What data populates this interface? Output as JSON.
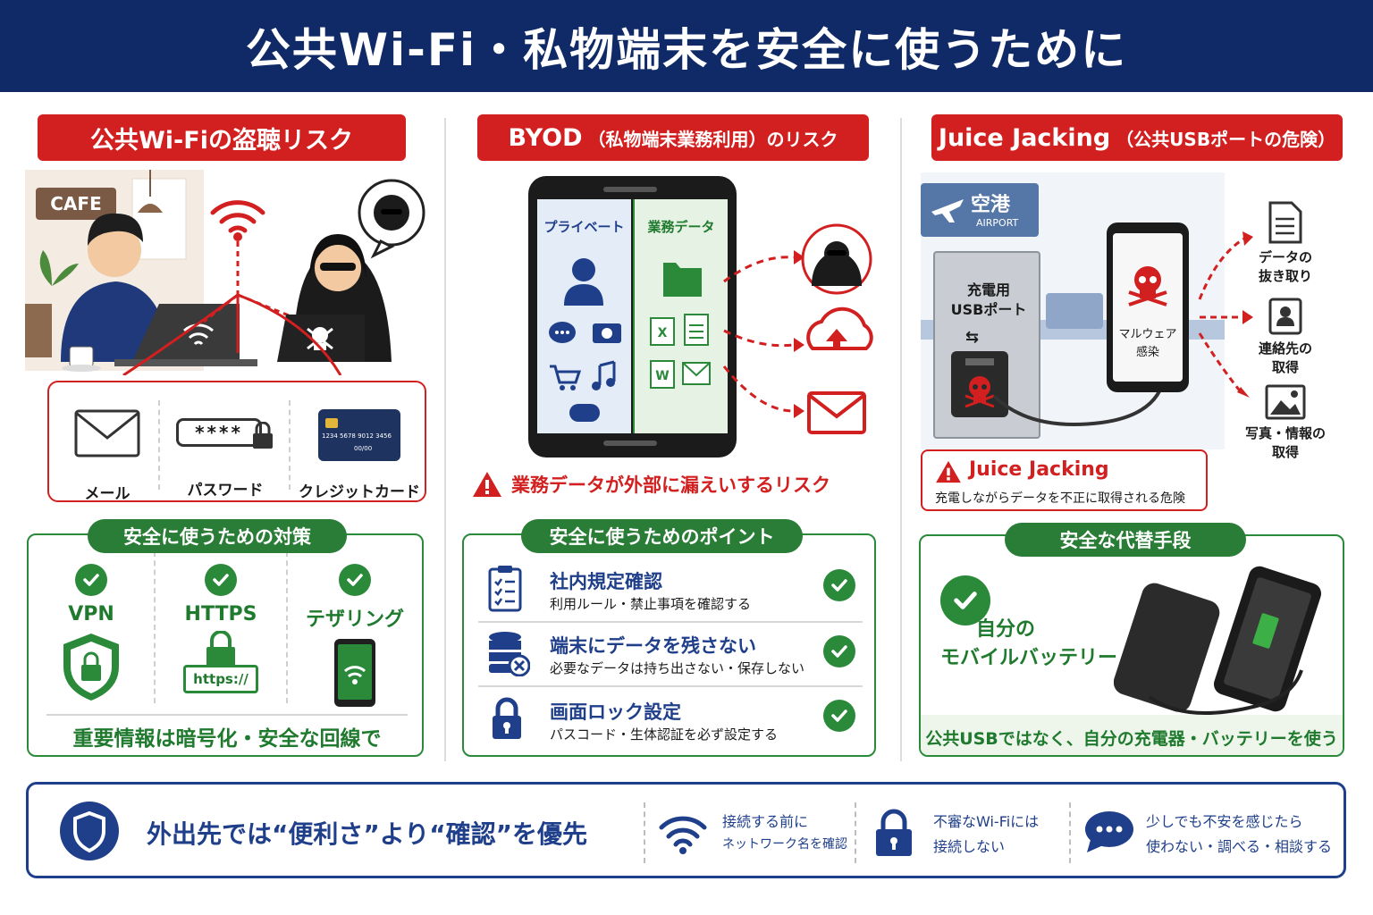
{
  "title": "公共Wi-Fi・私物端末を安全に使うために",
  "colors": {
    "navy": "#0f2a66",
    "red": "#d21f1f",
    "green": "#2a8a3a"
  },
  "wifi": {
    "heading": "公共Wi-Fiの盗聴リスク",
    "cafe_sign": "CAFE",
    "targets": [
      {
        "label": "メール",
        "icon": "envelope-icon"
      },
      {
        "label": "パスワード",
        "icon": "password-lock-icon",
        "text": "****"
      },
      {
        "label": "クレジットカード",
        "icon": "credit-card-icon",
        "number": "1234 5678 9012 3456",
        "expiry": "00/00"
      }
    ],
    "countermeasures": {
      "tag": "安全に使うための対策",
      "items": [
        {
          "label": "VPN",
          "icon": "shield-lock-icon"
        },
        {
          "label": "HTTPS",
          "icon": "https-lock-icon",
          "badge": "https://"
        },
        {
          "label": "テザリング",
          "icon": "phone-wifi-icon"
        }
      ],
      "footer": "重要情報は暗号化・安全な回線で"
    }
  },
  "byod": {
    "heading": "BYOD",
    "heading_sub": "（私物端末業務利用）のリスク",
    "private_label": "プライベート",
    "work_label": "業務データ",
    "warning": "業務データが外部に漏えいするリスク",
    "points": {
      "tag": "安全に使うためのポイント",
      "items": [
        {
          "title": "社内規定確認",
          "desc": "利用ルール・禁止事項を確認する",
          "icon": "clipboard-check-icon"
        },
        {
          "title": "端末にデータを残さない",
          "desc": "必要なデータは持ち出さない・保存しない",
          "icon": "database-x-icon"
        },
        {
          "title": "画面ロック設定",
          "desc": "パスコード・生体認証を必ず設定する",
          "icon": "padlock-icon"
        }
      ]
    }
  },
  "juice": {
    "heading": "Juice Jacking",
    "heading_sub": "（公共USBポートの危険）",
    "airport_jp": "空港",
    "airport_en": "AIRPORT",
    "kiosk_label_1": "充電用",
    "kiosk_label_2": "USBポート",
    "phone_label_1": "マルウェア",
    "phone_label_2": "感染",
    "outcomes": [
      {
        "line1": "データの",
        "line2": "抜き取り",
        "icon": "document-icon"
      },
      {
        "line1": "連絡先の",
        "line2": "取得",
        "icon": "contact-icon"
      },
      {
        "line1": "写真・情報の",
        "line2": "取得",
        "icon": "photo-icon"
      }
    ],
    "alert_title": "Juice Jacking",
    "alert_desc": "充電しながらデータを不正に取得される危険",
    "alternative": {
      "tag": "安全な代替手段",
      "line1": "自分の",
      "line2": "モバイルバッテリー",
      "footer": "公共USBではなく、自分の充電器・バッテリーを使う"
    }
  },
  "bottom": {
    "headline": "外出先では“便利さ”より“確認”を優先",
    "tips": [
      {
        "line1": "接続する前に",
        "line2": "ネットワーク名を確認",
        "icon": "wifi-icon"
      },
      {
        "line1": "不審なWi-Fiには",
        "line2": "接続しない",
        "icon": "padlock-icon"
      },
      {
        "line1": "少しでも不安を感じたら",
        "line2": "使わない・調べる・相談する",
        "icon": "chat-bubble-icon"
      }
    ]
  }
}
